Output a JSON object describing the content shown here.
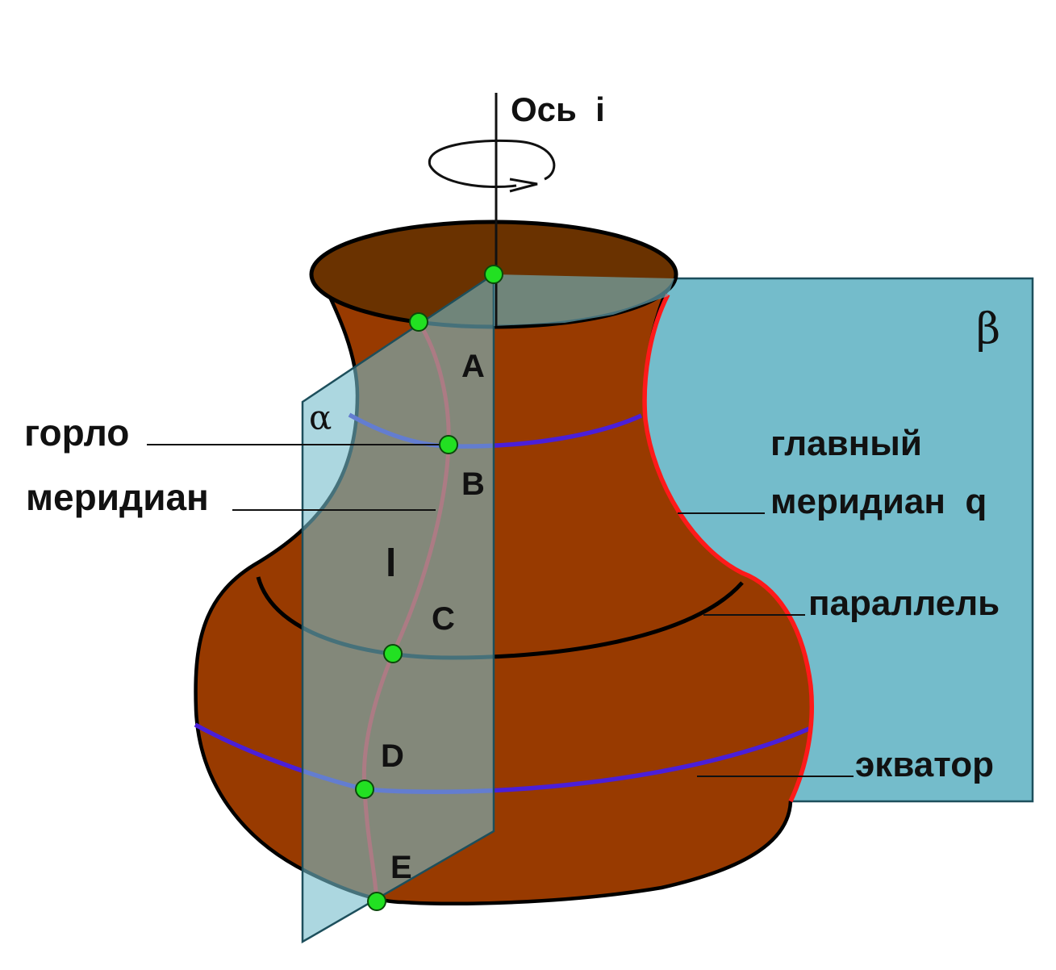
{
  "labels": {
    "axis": "Ось  i",
    "beta": "β",
    "alpha": "α",
    "throat": "горло",
    "meridian": "меридиан",
    "main_meridian_line1": "главный",
    "main_meridian_line2": "меридиан  q",
    "parallel": "параллель",
    "equator": "экватор",
    "curve_l": "l",
    "point_a": "A",
    "point_b": "B",
    "point_c": "C",
    "point_d": "D",
    "point_e": "E"
  },
  "colors": {
    "plane": "#74bccb",
    "plane_stroke": "#1d4f5c",
    "body": "#983a00",
    "mouth_inner": "#6a3200",
    "outline": "#000000",
    "meridian": "#ff1a1a",
    "parallel_blue": "#4a1fd8",
    "point": "#22e022",
    "leader": "#111111"
  },
  "icons": {
    "rotation": "rotation-arrow-icon"
  }
}
